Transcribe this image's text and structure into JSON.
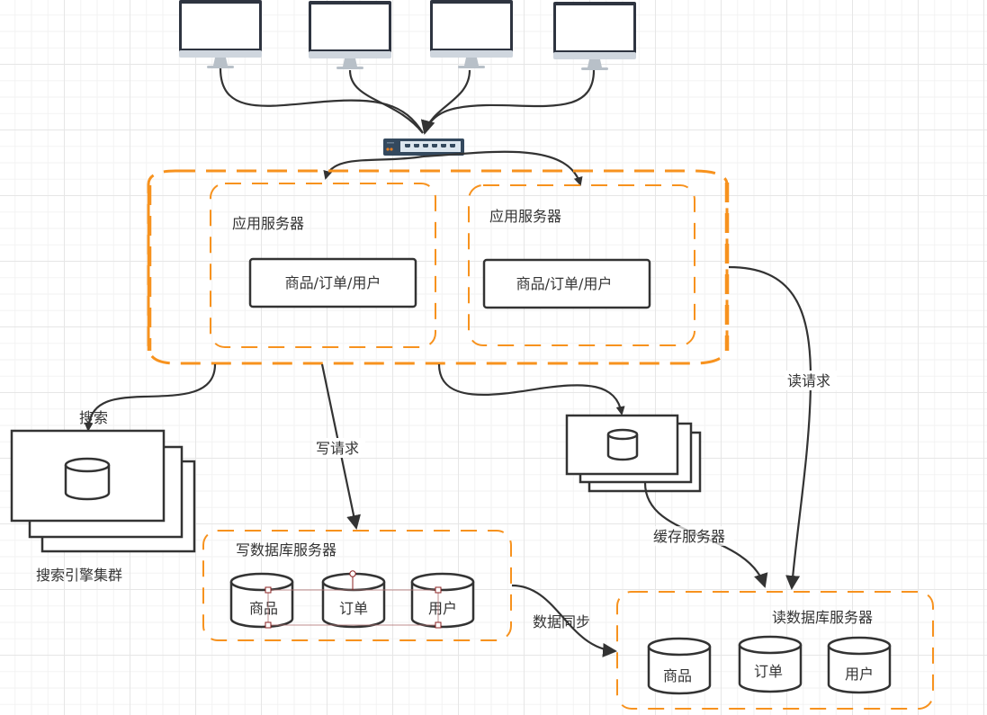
{
  "diagram": {
    "title": "",
    "clients": [
      {
        "name": "client-monitor-1",
        "icon": "monitor-icon"
      },
      {
        "name": "client-monitor-2",
        "icon": "monitor-icon"
      },
      {
        "name": "client-monitor-3",
        "icon": "monitor-icon"
      },
      {
        "name": "client-monitor-4",
        "icon": "monitor-icon"
      }
    ],
    "switch": {
      "icon": "network-switch-icon"
    },
    "app_servers": [
      {
        "label": "应用服务器",
        "module": "商品/订单/用户"
      },
      {
        "label": "应用服务器",
        "module": "商品/订单/用户"
      }
    ],
    "search_cluster": {
      "label": "搜索引擎集群",
      "icon": "database-icon"
    },
    "cache_servers": {
      "label": "缓存服务器",
      "icon": "database-icon"
    },
    "write_db": {
      "label": "写数据库服务器",
      "tables": [
        "商品",
        "订单",
        "用户"
      ]
    },
    "read_db": {
      "label": "读数据库服务器",
      "tables": [
        "商品",
        "订单",
        "用户"
      ]
    },
    "edges": {
      "search": "搜索",
      "write_request": "写请求",
      "read_request": "读请求",
      "data_sync": "数据同步"
    },
    "colors": {
      "container_dash": "#f7921e",
      "stroke": "#333333",
      "monitor_frame": "#2e3440",
      "switch_body": "#34495e"
    }
  }
}
